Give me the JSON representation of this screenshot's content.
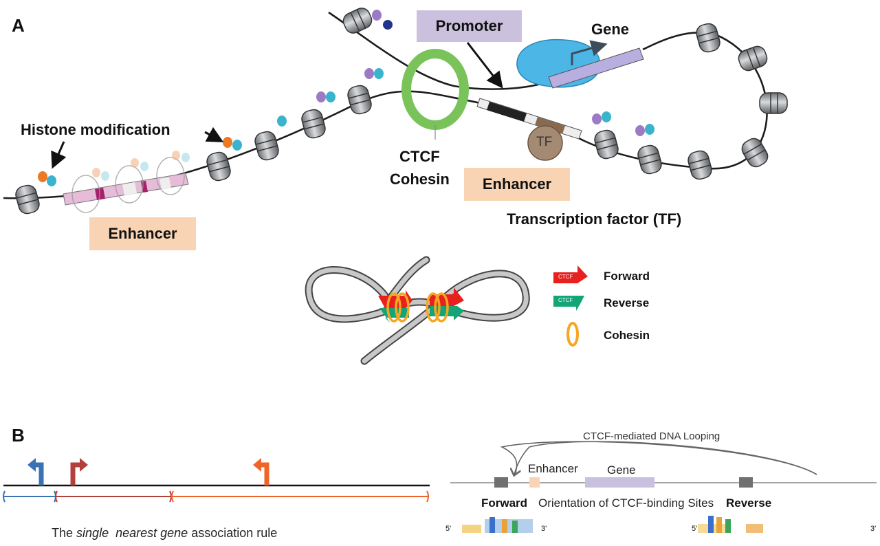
{
  "panel_a": {
    "letter": "A",
    "labels": {
      "histone_modification": "Histone modification",
      "enhancer_left": "Enhancer",
      "enhancer_mid": "Enhancer",
      "promoter": "Promoter",
      "gene": "Gene",
      "ctcf": "CTCF",
      "cohesin": "Cohesin",
      "tf_badge": "TF",
      "transcription_factor": "Transcription factor (TF)"
    },
    "colors": {
      "enhancer_box": "#f9d4b4",
      "promoter_box": "#cbc1de",
      "gene_rod": "#b9aee0",
      "rna_pol": "#4cb7e6",
      "cohesin_ring": "#7ac35a",
      "tf": "#a58a73",
      "mod_orange": "#ec7a23",
      "mod_teal": "#3ab3cc",
      "mod_purple": "#9c7bc4",
      "mod_navy": "#23348a"
    },
    "legend": {
      "items": [
        {
          "label": "Forward",
          "badge": "CTCF",
          "color": "#e8211e"
        },
        {
          "label": "Reverse",
          "badge": "CTCF",
          "color": "#13a577"
        },
        {
          "label": "Cohesin",
          "badge": "",
          "color": "#f6a623"
        }
      ]
    },
    "loop_badge": "CTCF"
  },
  "panel_b": {
    "letter": "B",
    "rule": {
      "prefix": "The",
      "italic": "single  nearest gene",
      "suffix": "association rule",
      "colors": [
        "#3a72b3",
        "#b2413c",
        "#f0642a"
      ]
    },
    "looping": {
      "title": "CTCF-mediated DNA Looping",
      "enhancer": "Enhancer",
      "gene": "Gene",
      "forward": "Forward",
      "reverse": "Reverse",
      "orientation": "Orientation of CTCF-binding  Sites",
      "five_prime": "5'",
      "three_prime": "3'"
    }
  }
}
